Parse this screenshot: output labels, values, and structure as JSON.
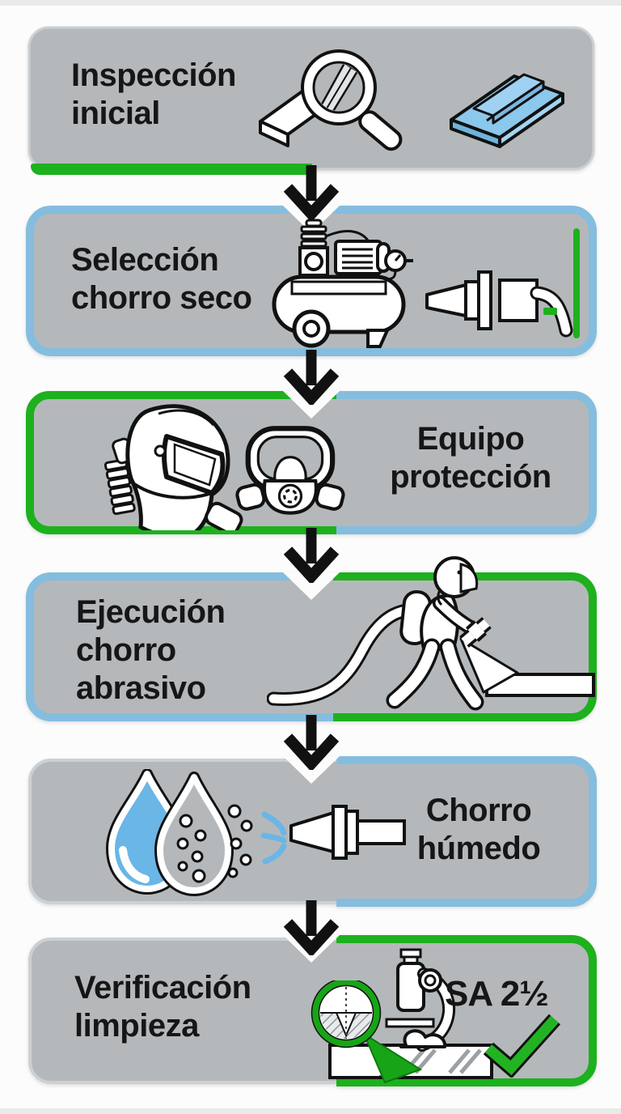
{
  "steps": [
    {
      "label": "Inspección inicial",
      "lines": [
        "Inspección",
        "inicial"
      ],
      "icons": [
        "magnifier-steel-icon",
        "welded-plate-icon"
      ],
      "border": "green-bottom"
    },
    {
      "label": "Selección chorro seco",
      "lines": [
        "Selección",
        "chorro seco"
      ],
      "icons": [
        "air-compressor-icon",
        "blast-nozzle-hose-icon"
      ],
      "border": "blue-full"
    },
    {
      "label": "Equipo protección",
      "lines": [
        "Equipo",
        "protección"
      ],
      "icons": [
        "blast-helmet-icon",
        "respirator-mask-icon"
      ],
      "border": "green-left-blue-right"
    },
    {
      "label": "Ejecución chorro abrasivo",
      "lines": [
        "Ejecución",
        "chorro",
        "abrasivo"
      ],
      "icons": [
        "sandblasting-worker-icon"
      ],
      "border": "blue-left-green-right"
    },
    {
      "label": "Chorro húmedo",
      "lines": [
        "Chorro",
        "húmedo"
      ],
      "icons": [
        "water-droplets-icon",
        "wet-blast-nozzle-icon"
      ],
      "border": "blue-right"
    },
    {
      "label": "Verificación limpieza",
      "lines": [
        "Verificación",
        "limpieza"
      ],
      "standard": "SA 2½",
      "icons": [
        "surface-profile-magnifier-icon",
        "microscope-icon",
        "checkmark-icon"
      ],
      "border": "green-right"
    }
  ],
  "colors": {
    "green": "#1db11d",
    "blue": "#85bdde",
    "box_fill": "#b5b8bb",
    "box_edge": "#cdd0d3",
    "icon_blue": "#8cc7ec",
    "drop_blue": "#6ab6e6",
    "arrow": "#111111",
    "text": "#161616"
  }
}
